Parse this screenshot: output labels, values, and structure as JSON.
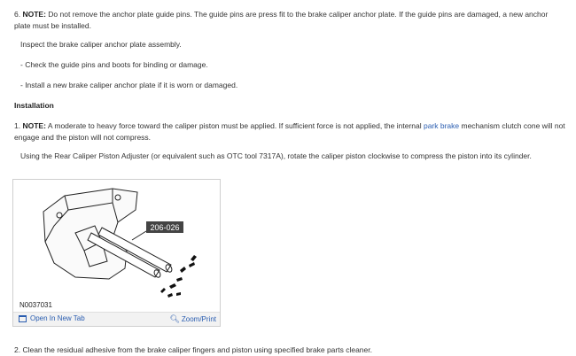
{
  "step6": {
    "number": "6.",
    "note_label": "NOTE:",
    "text": " Do not remove the anchor plate guide pins. The guide pins are press fit to the brake caliper anchor plate. If the guide pins are damaged, a new anchor plate must be installed."
  },
  "inspect": "Inspect the brake caliper anchor plate assembly.",
  "bullets": [
    "-  Check the guide pins and boots for binding or damage.",
    "-  Install a new brake caliper anchor plate if it is worn or damaged."
  ],
  "installation_heading": "Installation",
  "step1": {
    "number": "1.",
    "note_label": "NOTE:",
    "text_before": " A moderate to heavy force toward the caliper piston must be applied. If sufficient force is not applied, the internal ",
    "link": "park brake",
    "text_after": " mechanism clutch cone will not engage and the piston will not compress."
  },
  "using": "Using the Rear Caliper Piston Adjuster (or equivalent such as OTC tool 7317A), rotate the caliper piston clockwise to compress the piston into its cylinder.",
  "figure": {
    "callout": "206-026",
    "id": "N0037031",
    "open_tab": "Open In New Tab",
    "zoom": "Zoom/Print"
  },
  "step2": "2. Clean the residual adhesive from the brake caliper fingers and piston using specified brake parts cleaner."
}
